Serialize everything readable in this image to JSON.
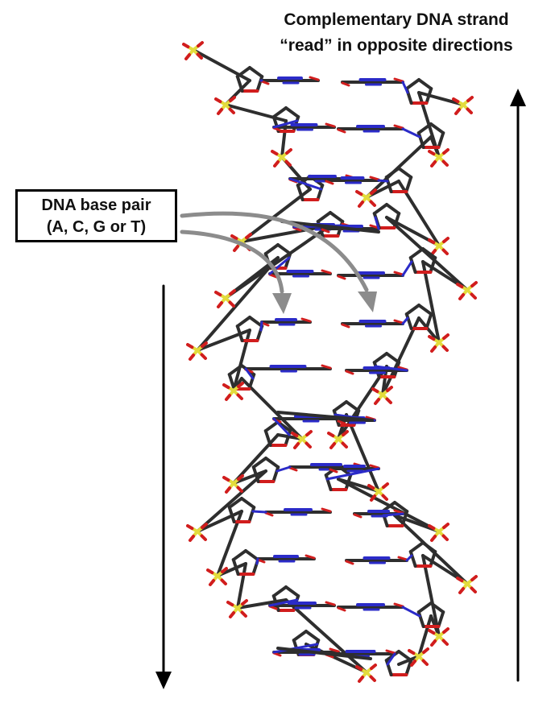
{
  "title": {
    "line1": "Complementary DNA strand",
    "line2": "“read” in opposite directions"
  },
  "base_pair_label": {
    "line1": "DNA base pair",
    "line2": "(A, C, G or T)"
  },
  "colors": {
    "backbone": "#2e2e2e",
    "nitrogen": "#2b2bc8",
    "oxygen": "#d11d1d",
    "phosphorus": "#e3dc3c",
    "pointer_arrows": "#8c8c8c",
    "direction_arrows": "#000000"
  },
  "icons": {
    "left_direction": "arrow-down-icon",
    "right_direction": "arrow-up-icon"
  }
}
